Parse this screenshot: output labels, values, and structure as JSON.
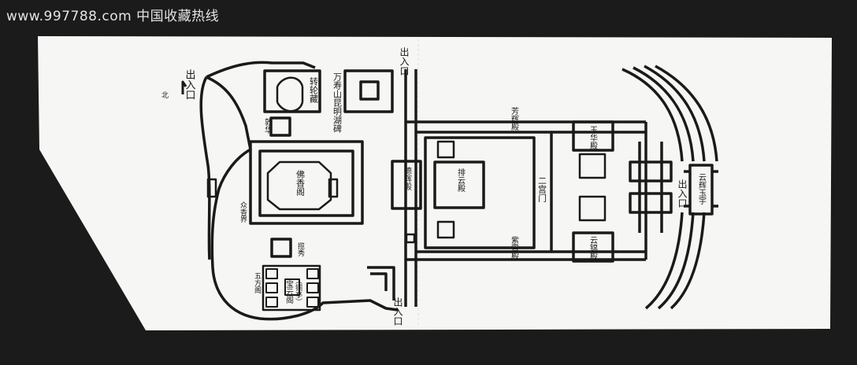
{
  "watermark": "www.997788.com 中国收藏热线",
  "map": {
    "north_label": "北",
    "entrances": {
      "top_left": "出入口",
      "top_middle": "出入口",
      "bottom_middle": "出入口",
      "right": "出入口"
    },
    "buildings": {
      "zhuanlunzang": "转轮藏",
      "wanshoushan_stele": "万寿山昆明湖碑",
      "dunhua": "敦华",
      "foxiangge": "佛香阁",
      "zhongxiangjie": "众香界",
      "deguidian": "德辉殿",
      "paiyundian": "排云殿",
      "ergongmen": "二宫门",
      "fanghuidian": "芳辉殿",
      "zixiaodian": "紫霄殿",
      "yuhuadian": "玉华殿",
      "yunjindian": "云锦殿",
      "yunhuiyuyu": "云辉玉宇",
      "lanxiu": "揽秀",
      "wufangge": "五方阁",
      "baoyunge": "宝云阁",
      "tongting": "（铜亭）"
    }
  }
}
